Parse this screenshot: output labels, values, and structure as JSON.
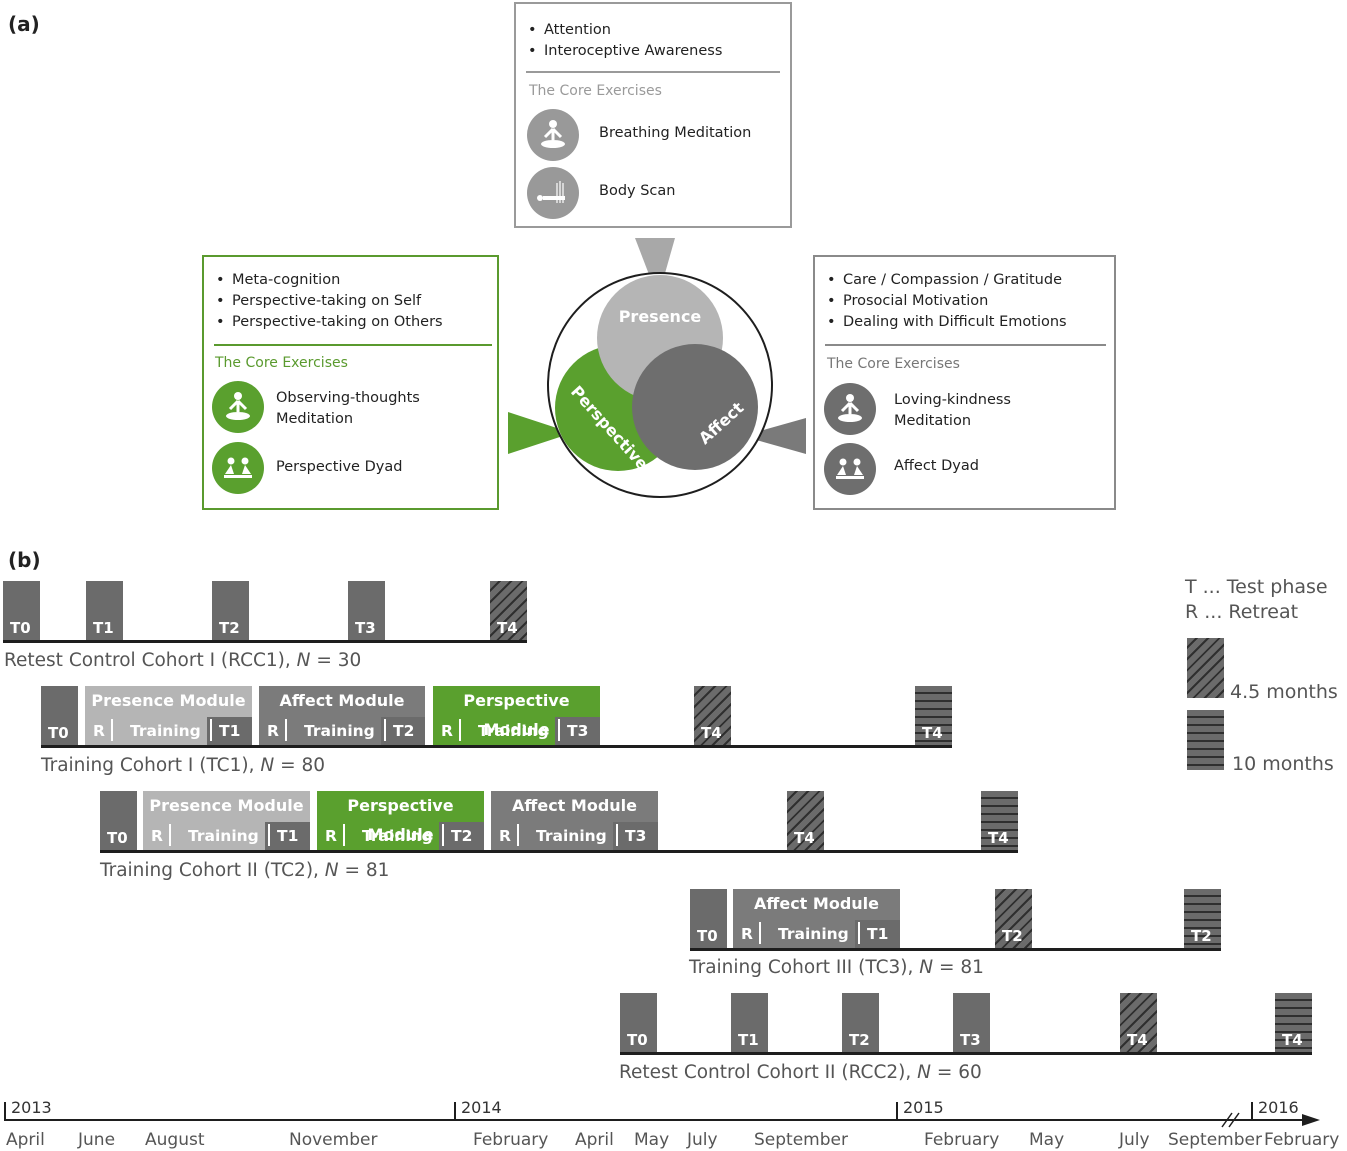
{
  "panel_a_label": "(a)",
  "panel_b_label": "(b)",
  "presence_box": {
    "items": [
      "Attention",
      "Interoceptive Awareness"
    ],
    "core_title": "The Core Exercises",
    "exercises": [
      "Breathing Meditation",
      "Body Scan"
    ]
  },
  "perspective_box": {
    "items": [
      "Meta-cognition",
      "Perspective-taking on Self",
      "Perspective-taking on Others"
    ],
    "core_title": "The Core Exercises",
    "exercises": [
      "Observing-thoughts Meditation",
      "Perspective Dyad"
    ]
  },
  "affect_box": {
    "items": [
      "Care / Compassion / Gratitude",
      "Prosocial Motivation",
      "Dealing with Difficult Emotions"
    ],
    "core_title": "The Core Exercises",
    "exercises": [
      "Loving-kindness Meditation",
      "Affect Dyad"
    ]
  },
  "venn": {
    "presence": "Presence",
    "perspective": "Perspective",
    "affect": "Affect"
  },
  "colors": {
    "green": "#5aa02e",
    "dark": "#6b6b6b",
    "mid": "#7b7b7b",
    "light": "#b5b5b5"
  },
  "legend": {
    "t_def": "T ... Test phase",
    "r_def": "R ... Retreat",
    "hatch_label": "4.5 months",
    "striped_label": "10 months"
  },
  "modules": {
    "presence": "Presence Module",
    "affect": "Affect Module",
    "perspective": "Perspective Module",
    "r": "R",
    "training": "Training"
  },
  "tests": {
    "t0": "T0",
    "t1": "T1",
    "t2": "T2",
    "t3": "T3",
    "t4": "T4"
  },
  "cohorts": {
    "rcc1": {
      "name": "Retest Control Cohort I (RCC1), ",
      "n_var": "N",
      "n_val": " = 30"
    },
    "tc1": {
      "name": "Training Cohort I (TC1), ",
      "n_var": "N",
      "n_val": " = 80"
    },
    "tc2": {
      "name": "Training Cohort II (TC2), ",
      "n_var": "N",
      "n_val": " = 81"
    },
    "tc3": {
      "name": "Training Cohort III (TC3), ",
      "n_var": "N",
      "n_val": " = 81"
    },
    "rcc2": {
      "name": "Retest Control Cohort II (RCC2), ",
      "n_var": "N",
      "n_val": " = 60"
    }
  },
  "timeline": {
    "years": [
      "2013",
      "2014",
      "2015",
      "2016"
    ],
    "months": [
      "April",
      "June",
      "August",
      "November",
      "February",
      "April",
      "May",
      "July",
      "September",
      "February",
      "May",
      "July",
      "September",
      "February"
    ]
  }
}
